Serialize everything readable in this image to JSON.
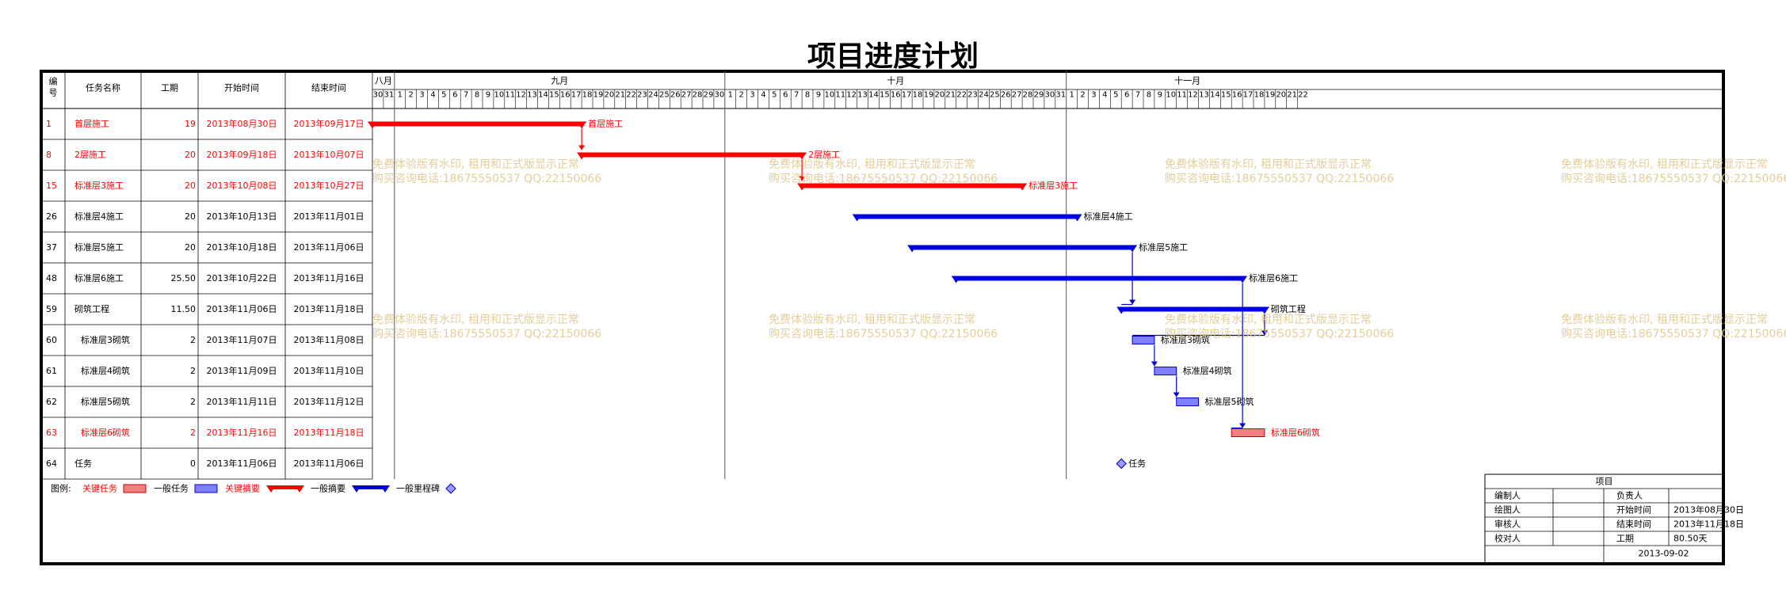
{
  "title": "项目进度计划",
  "headers": {
    "id": "编号",
    "name": "任务名称",
    "duration": "工期",
    "start": "开始时间",
    "end": "结束时间"
  },
  "months": [
    {
      "label": "八月",
      "days": [
        30,
        31
      ]
    },
    {
      "label": "九月",
      "days": [
        1,
        2,
        3,
        4,
        5,
        6,
        7,
        8,
        9,
        10,
        11,
        12,
        13,
        14,
        15,
        16,
        17,
        18,
        19,
        20,
        21,
        22,
        23,
        24,
        25,
        26,
        27,
        28,
        29,
        30
      ]
    },
    {
      "label": "十月",
      "days": [
        1,
        2,
        3,
        4,
        5,
        6,
        7,
        8,
        9,
        10,
        11,
        12,
        13,
        14,
        15,
        16,
        17,
        18,
        19,
        20,
        21,
        22,
        23,
        24,
        25,
        26,
        27,
        28,
        29,
        30,
        31
      ]
    },
    {
      "label": "十一月",
      "days": [
        1,
        2,
        3,
        4,
        5,
        6,
        7,
        8,
        9,
        10,
        11,
        12,
        13,
        14,
        15,
        16,
        17,
        18,
        19,
        20,
        21,
        22
      ]
    }
  ],
  "tasks": [
    {
      "id": "1",
      "name": "首层施工",
      "duration": "19",
      "start": "2013年08月30日",
      "end": "2013年09月17日",
      "critical": true,
      "type": "summary",
      "indent": false,
      "label": "首层施工"
    },
    {
      "id": "8",
      "name": "2层施工",
      "duration": "20",
      "start": "2013年09月18日",
      "end": "2013年10月07日",
      "critical": true,
      "type": "summary",
      "indent": false,
      "label": "2层施工"
    },
    {
      "id": "15",
      "name": "标准层3施工",
      "duration": "20",
      "start": "2013年10月08日",
      "end": "2013年10月27日",
      "critical": true,
      "type": "summary",
      "indent": false,
      "label": "标准层3施工"
    },
    {
      "id": "26",
      "name": "标准层4施工",
      "duration": "20",
      "start": "2013年10月13日",
      "end": "2013年11月01日",
      "critical": false,
      "type": "summary",
      "indent": false,
      "label": "标准层4施工"
    },
    {
      "id": "37",
      "name": "标准层5施工",
      "duration": "20",
      "start": "2013年10月18日",
      "end": "2013年11月06日",
      "critical": false,
      "type": "summary",
      "indent": false,
      "label": "标准层5施工"
    },
    {
      "id": "48",
      "name": "标准层6施工",
      "duration": "25.50",
      "start": "2013年10月22日",
      "end": "2013年11月16日",
      "critical": false,
      "type": "summary",
      "indent": false,
      "label": "标准层6施工"
    },
    {
      "id": "59",
      "name": "砌筑工程",
      "duration": "11.50",
      "start": "2013年11月06日",
      "end": "2013年11月18日",
      "critical": false,
      "type": "summary",
      "indent": false,
      "label": "砌筑工程"
    },
    {
      "id": "60",
      "name": "标准层3砌筑",
      "duration": "2",
      "start": "2013年11月07日",
      "end": "2013年11月08日",
      "critical": false,
      "type": "task",
      "indent": true,
      "label": "标准层3砌筑"
    },
    {
      "id": "61",
      "name": "标准层4砌筑",
      "duration": "2",
      "start": "2013年11月09日",
      "end": "2013年11月10日",
      "critical": false,
      "type": "task",
      "indent": true,
      "label": "标准层4砌筑"
    },
    {
      "id": "62",
      "name": "标准层5砌筑",
      "duration": "2",
      "start": "2013年11月11日",
      "end": "2013年11月12日",
      "critical": false,
      "type": "task",
      "indent": true,
      "label": "标准层5砌筑"
    },
    {
      "id": "63",
      "name": "标准层6砌筑",
      "duration": "2",
      "start": "2013年11月16日",
      "end": "2013年11月18日",
      "critical": true,
      "type": "task",
      "indent": true,
      "label": "标准层6砌筑"
    },
    {
      "id": "64",
      "name": "任务",
      "duration": "0",
      "start": "2013年11月06日",
      "end": "2013年11月06日",
      "critical": false,
      "type": "milestone",
      "indent": false,
      "label": "任务"
    }
  ],
  "chart_data": {
    "type": "gantt",
    "title": "项目进度计划",
    "x_range": [
      "2013-08-30",
      "2013-11-22"
    ],
    "grid": "month dividers",
    "bars": [
      {
        "id": "1",
        "start": "2013-08-30",
        "end": "2013-09-17",
        "kind": "critical-summary"
      },
      {
        "id": "8",
        "start": "2013-09-18",
        "end": "2013-10-07",
        "kind": "critical-summary"
      },
      {
        "id": "15",
        "start": "2013-10-08",
        "end": "2013-10-27",
        "kind": "critical-summary"
      },
      {
        "id": "26",
        "start": "2013-10-13",
        "end": "2013-11-01",
        "kind": "summary"
      },
      {
        "id": "37",
        "start": "2013-10-18",
        "end": "2013-11-06",
        "kind": "summary"
      },
      {
        "id": "48",
        "start": "2013-10-22",
        "end": "2013-11-16",
        "kind": "summary"
      },
      {
        "id": "59",
        "start": "2013-11-06",
        "end": "2013-11-18",
        "kind": "summary"
      },
      {
        "id": "60",
        "start": "2013-11-07",
        "end": "2013-11-08",
        "kind": "task"
      },
      {
        "id": "61",
        "start": "2013-11-09",
        "end": "2013-11-10",
        "kind": "task"
      },
      {
        "id": "62",
        "start": "2013-11-11",
        "end": "2013-11-12",
        "kind": "task"
      },
      {
        "id": "63",
        "start": "2013-11-16",
        "end": "2013-11-18",
        "kind": "critical-task"
      },
      {
        "id": "64",
        "start": "2013-11-06",
        "end": "2013-11-06",
        "kind": "milestone"
      }
    ],
    "links": [
      [
        "1",
        "8"
      ],
      [
        "8",
        "15"
      ],
      [
        "37",
        "59"
      ],
      [
        "59",
        "60"
      ],
      [
        "60",
        "61"
      ],
      [
        "61",
        "62"
      ],
      [
        "48",
        "63"
      ]
    ]
  },
  "legend": {
    "prefix": "图例:",
    "items": [
      {
        "label": "关键任务",
        "kind": "critical-task"
      },
      {
        "label": "一般任务",
        "kind": "task"
      },
      {
        "label": "关键摘要",
        "kind": "critical-summary"
      },
      {
        "label": "一般摘要",
        "kind": "summary"
      },
      {
        "label": "一般里程碑",
        "kind": "milestone"
      }
    ]
  },
  "info_box": {
    "title": "项目",
    "rows": [
      {
        "k1": "编制人",
        "v1": "",
        "k2": "负责人",
        "v2": ""
      },
      {
        "k1": "绘图人",
        "v1": "",
        "k2": "开始时间",
        "v2": "2013年08月30日"
      },
      {
        "k1": "审核人",
        "v1": "",
        "k2": "结束时间",
        "v2": "2013年11月18日"
      },
      {
        "k1": "校对人",
        "v1": "",
        "k2": "工期",
        "v2": "80.50天"
      }
    ],
    "date": "2013-09-02"
  },
  "watermark": {
    "line1": "免费体验版有水印, 租用和正式版显示正常",
    "line2": "购买咨询电话:18675550537 QQ:22150066"
  },
  "colors": {
    "critical": "#ff0000",
    "summary": "#0000e6",
    "task_fill": "#8080ff",
    "critical_task_fill": "#f08080",
    "watermark": "#e0c890"
  }
}
